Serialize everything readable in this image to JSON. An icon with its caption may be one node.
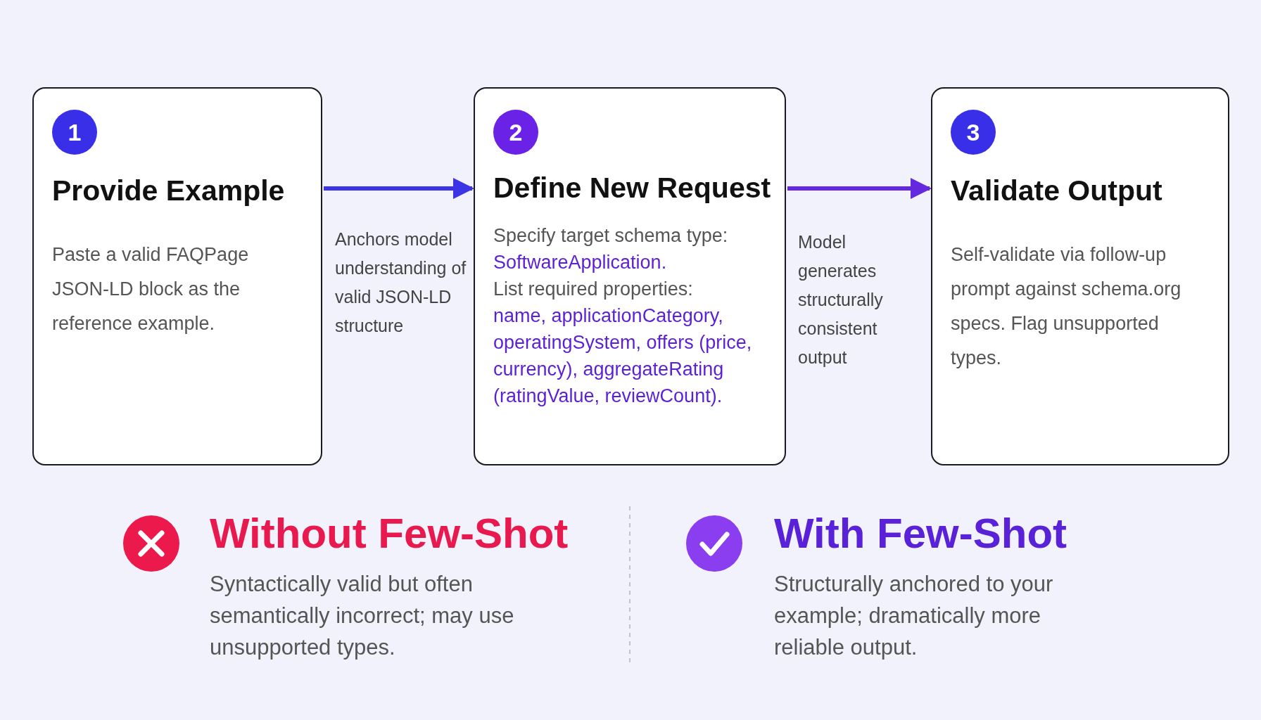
{
  "diagram": {
    "nodes": [
      {
        "text": [
          "1",
          "Provide Example",
          "Paste a valid FAQPage JSON-LD block as the reference example."
        ]
      },
      {
        "text": [
          "2",
          "Define New Request",
          "Specify target schema type:",
          "SoftwareApplication.",
          "List required properties:",
          "name, applicationCategory, operatingSystem, offers (price, currency), aggregateRating (ratingValue, reviewCount)."
        ]
      },
      {
        "text": [
          "3",
          "Validate Output",
          "Self-validate via follow-up prompt against schema.org specs. Flag unsupported types."
        ]
      }
    ],
    "edges": [
      {
        "from": 0,
        "to": 1,
        "arrow": "to",
        "label": "Anchors model understanding of valid JSON-LD structure",
        "color": "#3b35e6"
      },
      {
        "from": 1,
        "to": 2,
        "arrow": "to",
        "label": "Model generates structurally consistent output",
        "color": "#6428de"
      }
    ],
    "labels": [
      "Without Few-Shot",
      "Syntactically valid but often semantically incorrect; may use unsupported types.",
      "With Few-Shot",
      "Structurally anchored to your example; dramatically more reliable output."
    ]
  }
}
